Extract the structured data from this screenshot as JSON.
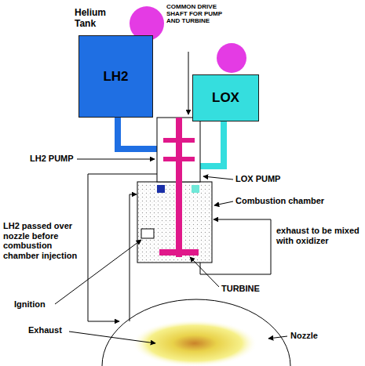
{
  "diagram": {
    "nodes": [
      {
        "text": [
          "Helium Tank"
        ]
      },
      {
        "text": [
          "LH2"
        ]
      },
      {
        "text": [
          "LOX"
        ]
      }
    ],
    "labels": [
      "COMMON DRIVE SHAFT FOR PUMP AND TURBINE",
      "LH2 PUMP",
      "LOX PUMP",
      "Combustion chamber",
      "LH2 passed over nozzle before combustion chamber injection",
      "exhaust to be mixed with oxidizer",
      "Ignition",
      "TURBINE",
      "Exhaust",
      "Nozzle"
    ]
  }
}
